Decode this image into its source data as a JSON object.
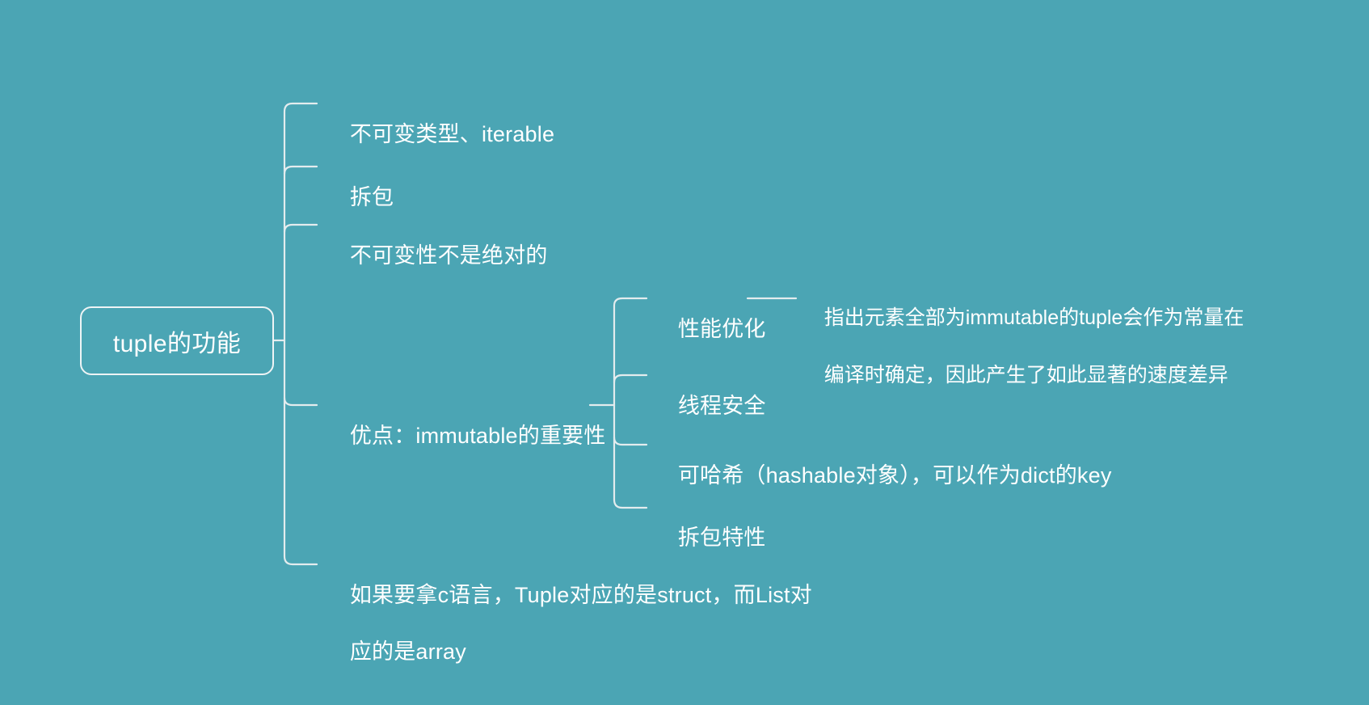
{
  "canvas": {
    "background_color": "#4ba5b4",
    "text_color": "#ffffff",
    "connector_color": "#e3ecee",
    "root_border_color": "#eef4f5"
  },
  "mindmap": {
    "root": {
      "label": "tuple的功能"
    },
    "branches": [
      {
        "id": "b1",
        "label": "不可变类型、iterable"
      },
      {
        "id": "b2",
        "label": "拆包"
      },
      {
        "id": "b3",
        "label": "不可变性不是绝对的"
      },
      {
        "id": "b4",
        "label": "优点：immutable的重要性"
      },
      {
        "id": "b5",
        "label_line1": "如果要拿c语言，Tuple对应的是struct，而List对",
        "label_line2": "应的是array"
      }
    ],
    "sub_branches": [
      {
        "id": "s1",
        "label": "性能优化"
      },
      {
        "id": "s2",
        "label": "线程安全"
      },
      {
        "id": "s3",
        "label": "可哈希（hashable对象），可以作为dict的key"
      },
      {
        "id": "s4",
        "label": "拆包特性"
      }
    ],
    "notes": [
      {
        "id": "n1",
        "line1": "指出元素全部为immutable的tuple会作为常量在",
        "line2": "编译时确定，因此产生了如此显著的速度差异"
      }
    ]
  }
}
